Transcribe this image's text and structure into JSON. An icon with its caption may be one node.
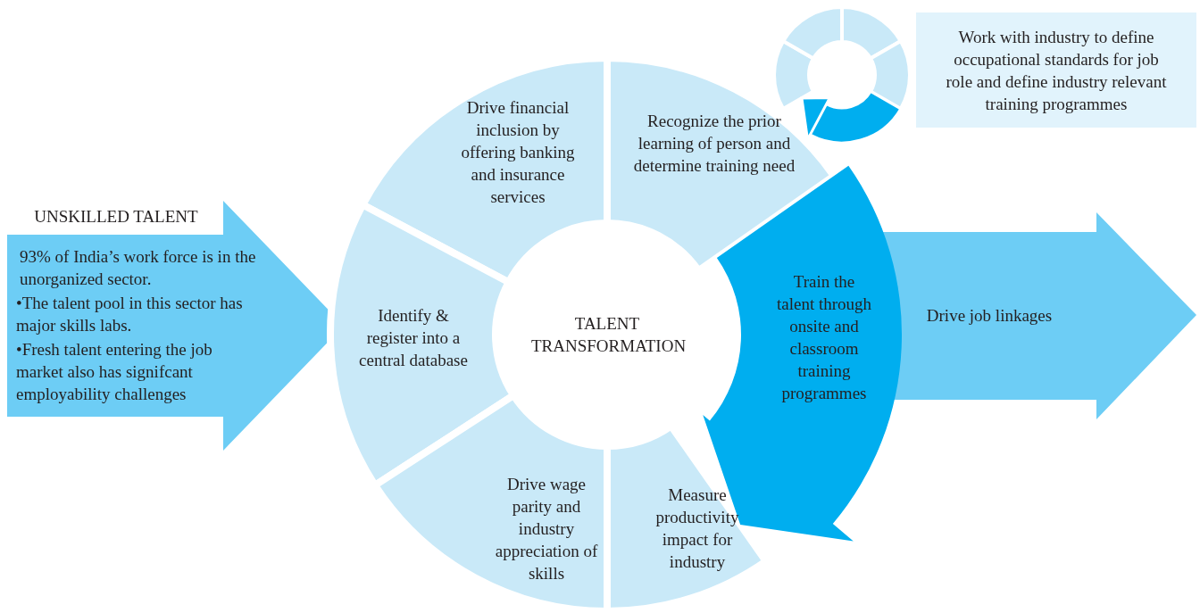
{
  "diagram": {
    "nodes": [
      {
        "text": [
          "UNSKILLED TALENT",
          "93% of India’s work force is in the unorganized sector.",
          "•The talent pool in this sector has major skills labs.",
          "•Fresh talent entering the job market also has signifcant employability challenges"
        ]
      },
      {
        "text": [
          "TALENT TRANSFORMATION"
        ]
      },
      {
        "text": [
          "Drive financial inclusion by offering banking and insurance services"
        ]
      },
      {
        "text": [
          "Recognize the prior learning of person and determine training need"
        ]
      },
      {
        "text": [
          "Identify & register into a central database"
        ]
      },
      {
        "text": [
          "Train the talent through onsite and classroom training programmes"
        ]
      },
      {
        "text": [
          "Drive wage parity and industry appreciation of skills"
        ]
      },
      {
        "text": [
          "Measure productivity impact for industry"
        ]
      },
      {
        "text": [
          "Drive job linkages"
        ]
      },
      {
        "text": [
          "Work with industry to define occupational standards for job role and define industry relevant training programmes"
        ]
      }
    ]
  }
}
